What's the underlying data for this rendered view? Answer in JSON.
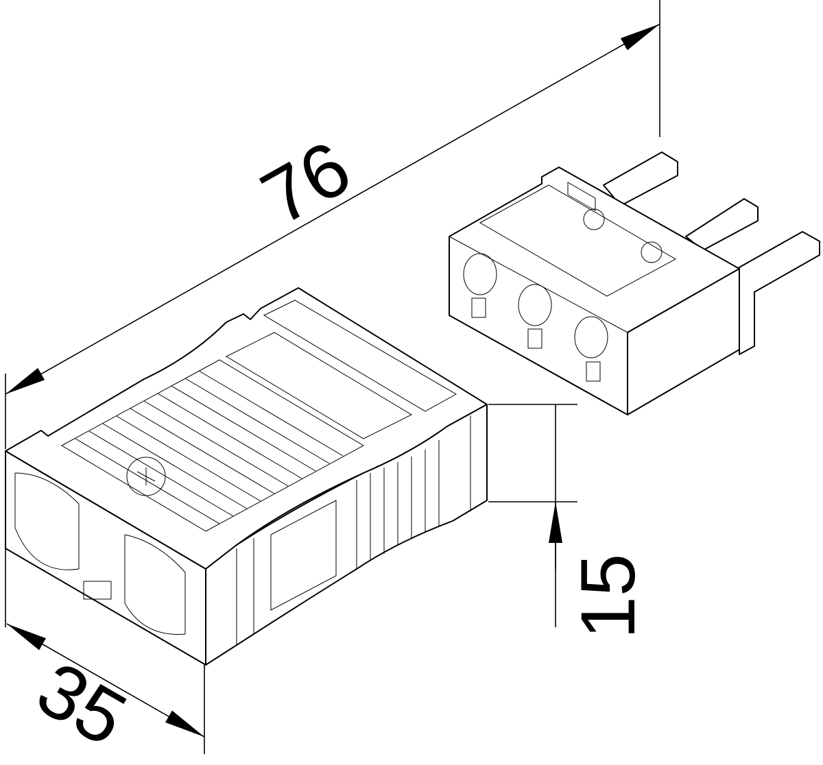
{
  "drawing": {
    "dimensions": {
      "length": "76",
      "width": "35",
      "height": "15"
    },
    "line_color": "#000000",
    "background": "#ffffff"
  }
}
